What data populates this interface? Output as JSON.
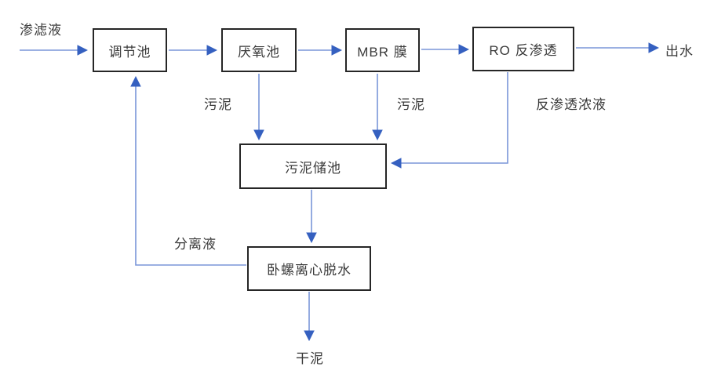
{
  "diagram": {
    "type": "process-flow",
    "nodes": [
      {
        "id": "regulating-tank",
        "label": "调节池"
      },
      {
        "id": "anaerobic-tank",
        "label": "厌氧池"
      },
      {
        "id": "mbr-membrane",
        "label": "MBR 膜"
      },
      {
        "id": "ro-reverse-osmosis",
        "label": "RO 反渗透"
      },
      {
        "id": "sludge-storage",
        "label": "污泥储池"
      },
      {
        "id": "centrifuge",
        "label": "卧螺离心脱水"
      }
    ],
    "labels": [
      {
        "id": "leachate",
        "text": "渗滤液"
      },
      {
        "id": "effluent",
        "text": "出水"
      },
      {
        "id": "sludge-left",
        "text": "污泥"
      },
      {
        "id": "sludge-right",
        "text": "污泥"
      },
      {
        "id": "ro-concentrate",
        "text": "反渗透浓液"
      },
      {
        "id": "separated-liquid",
        "text": "分离液"
      },
      {
        "id": "dry-sludge",
        "text": "干泥"
      }
    ],
    "edges": [
      {
        "from": "渗滤液",
        "to": "调节池",
        "label": ""
      },
      {
        "from": "调节池",
        "to": "厌氧池",
        "label": ""
      },
      {
        "from": "厌氧池",
        "to": "MBR 膜",
        "label": ""
      },
      {
        "from": "MBR 膜",
        "to": "RO 反渗透",
        "label": ""
      },
      {
        "from": "RO 反渗透",
        "to": "出水",
        "label": ""
      },
      {
        "from": "厌氧池",
        "to": "污泥储池",
        "label": "污泥"
      },
      {
        "from": "MBR 膜",
        "to": "污泥储池",
        "label": "污泥"
      },
      {
        "from": "RO 反渗透",
        "to": "污泥储池",
        "label": "反渗透浓液"
      },
      {
        "from": "污泥储池",
        "to": "卧螺离心脱水",
        "label": ""
      },
      {
        "from": "卧螺离心脱水",
        "to": "调节池",
        "label": "分离液"
      },
      {
        "from": "卧螺离心脱水",
        "to": "干泥",
        "label": ""
      }
    ],
    "colors": {
      "arrow_line": "#7a96d9",
      "arrow_head": "#3560c0",
      "box_border": "#262626",
      "text": "#3a3a3a",
      "background": "#ffffff"
    }
  }
}
